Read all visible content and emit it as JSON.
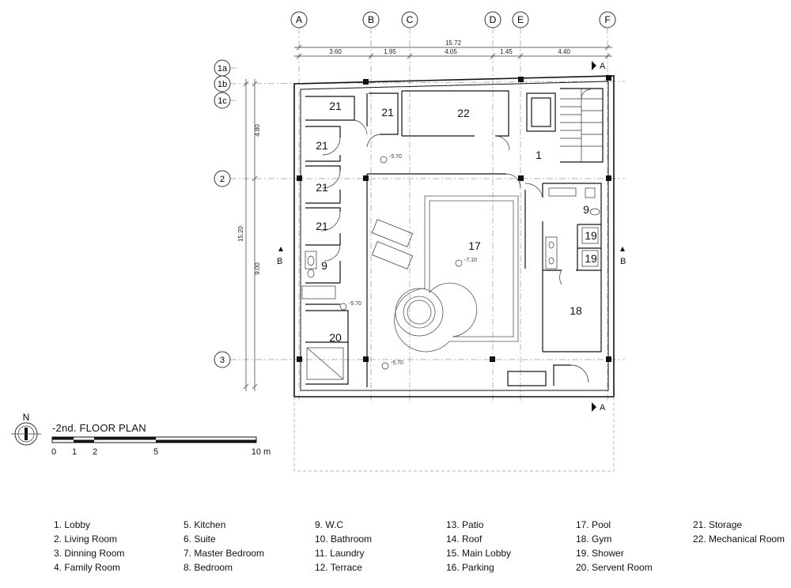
{
  "plan_title": "-2nd. FLOOR PLAN",
  "north_label": "N",
  "grid_columns": [
    "A",
    "B",
    "C",
    "D",
    "E",
    "F"
  ],
  "grid_rows": [
    "1a",
    "1b",
    "1c",
    "2",
    "3"
  ],
  "dimensions_top": {
    "overall": "15.72",
    "segments": [
      "3.60",
      "1.95",
      "4.05",
      "1.45",
      "4.40"
    ]
  },
  "dimensions_left": {
    "overall": "15.20",
    "segments": [
      "4.80",
      "9.00"
    ]
  },
  "section_marks": {
    "a": "A",
    "b": "B"
  },
  "levels": [
    "-5.70",
    "-5.70",
    "-7.10",
    "-5.70"
  ],
  "rooms": {
    "storage_1": "21",
    "storage_2": "21",
    "storage_3": "21",
    "storage_4": "21",
    "storage_5": "21",
    "mechanical": "22",
    "lobby": "1",
    "wc_left": "9",
    "wc_right": "9",
    "pool": "17",
    "shower_1": "19",
    "shower_2": "19",
    "gym": "18",
    "servent": "20"
  },
  "scale_bar": {
    "labels": [
      "0",
      "1",
      "2",
      "5",
      "10 m"
    ]
  },
  "legend": {
    "col1": [
      "1. Lobby",
      "2. Living Room",
      "3. Dinning Room",
      "4. Family Room"
    ],
    "col2": [
      "5. Kitchen",
      "6. Suite",
      "7. Master Bedroom",
      "8. Bedroom"
    ],
    "col3": [
      "9. W.C",
      "10. Bathroom",
      "11. Laundry",
      "12. Terrace"
    ],
    "col4": [
      "13. Patio",
      "14. Roof",
      "15. Main Lobby",
      "16. Parking"
    ],
    "col5": [
      "17. Pool",
      "18. Gym",
      "19. Shower",
      "20. Servent Room"
    ],
    "col6": [
      "21. Storage",
      "22. Mechanical Room"
    ]
  }
}
